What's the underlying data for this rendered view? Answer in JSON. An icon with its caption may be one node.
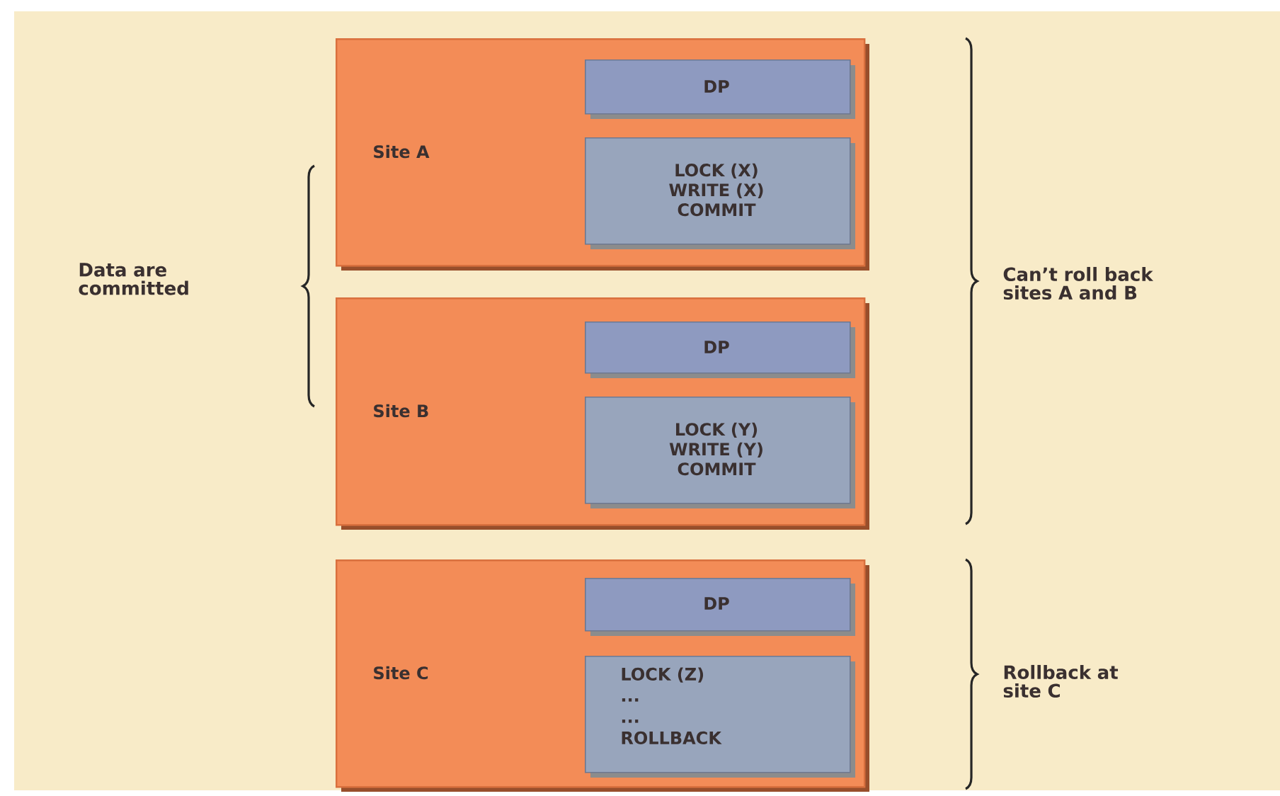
{
  "diagram": {
    "nodes": [
      {
        "text": [
          "Site A"
        ]
      },
      {
        "text": [
          "DP"
        ],
        "in": 0
      },
      {
        "text": [
          "LOCK (X) WRITE (X) COMMIT"
        ],
        "in": 0
      },
      {
        "text": [
          "Site B"
        ]
      },
      {
        "text": [
          "DP"
        ],
        "in": 3
      },
      {
        "text": [
          "LOCK (Y) WRITE (Y) COMMIT"
        ],
        "in": 3
      },
      {
        "text": [
          "Site C"
        ]
      },
      {
        "text": [
          "DP"
        ],
        "in": 6
      },
      {
        "text": [
          "LOCK (Z)",
          "...",
          "...",
          "ROLLBACK"
        ],
        "in": 6
      }
    ],
    "labels": [
      "Data are committed",
      "Can’t roll back sites A and B",
      "Rollback at site C"
    ]
  }
}
